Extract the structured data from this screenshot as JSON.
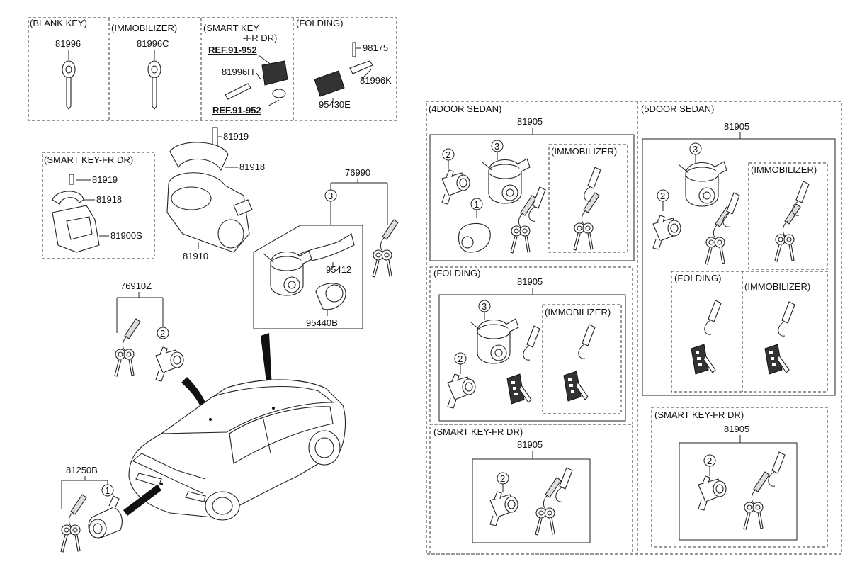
{
  "top_panels": {
    "blank_key": {
      "title": "(BLANK KEY)",
      "part": "81996"
    },
    "immobilizer": {
      "title": "(IMMOBILIZER)",
      "part": "81996C"
    },
    "smart_key": {
      "title_line1": "(SMART KEY",
      "title_line2": "-FR DR)",
      "ref_top": "REF.91-952",
      "part": "81996H",
      "ref_bottom": "REF.91-952"
    },
    "folding": {
      "title": "(FOLDING)",
      "part_a": "98175",
      "part_b": "81996K",
      "part_c": "95430E"
    }
  },
  "left": {
    "smart_key_box": {
      "title": "(SMART KEY-FR DR)",
      "p1": "81919",
      "p2": "81918",
      "p3": "81900S"
    },
    "column": {
      "p1": "81919",
      "p2": "81918",
      "p3": "81910"
    },
    "set_76990": {
      "label": "76990",
      "callout": "3",
      "p1": "95412",
      "p2": "95440B"
    },
    "set_76910z": {
      "label": "76910Z",
      "callout": "2"
    },
    "set_81250b": {
      "label": "81250B",
      "callout": "1"
    }
  },
  "right": {
    "sedan4": {
      "title": "(4DOOR SEDAN)",
      "main": {
        "part": "81905",
        "immob": "(IMMOBILIZER)",
        "c1": "2",
        "c2": "3",
        "c3": "1"
      },
      "folding": {
        "title": "(FOLDING)",
        "part": "81905",
        "immob": "(IMMOBILIZER)",
        "c1": "3",
        "c2": "2"
      },
      "smart": {
        "title": "(SMART KEY-FR DR)",
        "part": "81905",
        "c1": "2"
      }
    },
    "sedan5": {
      "title": "(5DOOR SEDAN)",
      "main": {
        "part": "81905",
        "immob": "(IMMOBILIZER)",
        "c1": "3",
        "c2": "2"
      },
      "folding": {
        "title": "(FOLDING)",
        "immob": "(IMMOBILIZER)"
      },
      "smart": {
        "title": "(SMART KEY-FR DR)",
        "part": "81905",
        "c1": "2"
      }
    }
  }
}
